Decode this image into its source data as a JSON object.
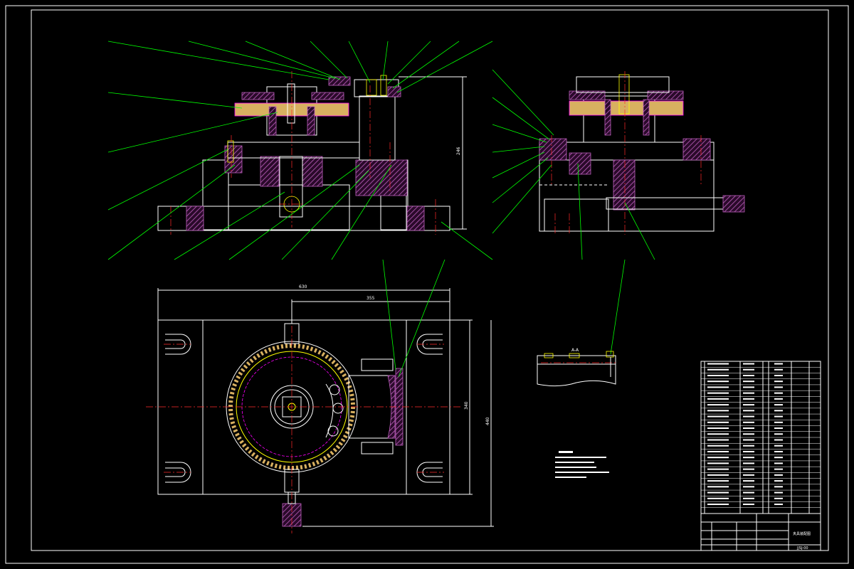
{
  "drawing": {
    "colors": {
      "background": "#000000",
      "outline": "#ffffff",
      "leader": "#00ff00",
      "centerline": "#ff2a2a",
      "section_hatch": "#c060c0",
      "gear": "#d8b060"
    },
    "dimensions": {
      "overall_width": "630",
      "half_width": "355",
      "height_front": "246",
      "depth_right": "340",
      "depth_outer": "440"
    },
    "section_label": "A-A"
  },
  "title_block": {
    "drawing_number": "JJSJ-00",
    "title_text": "夹具装配图"
  }
}
